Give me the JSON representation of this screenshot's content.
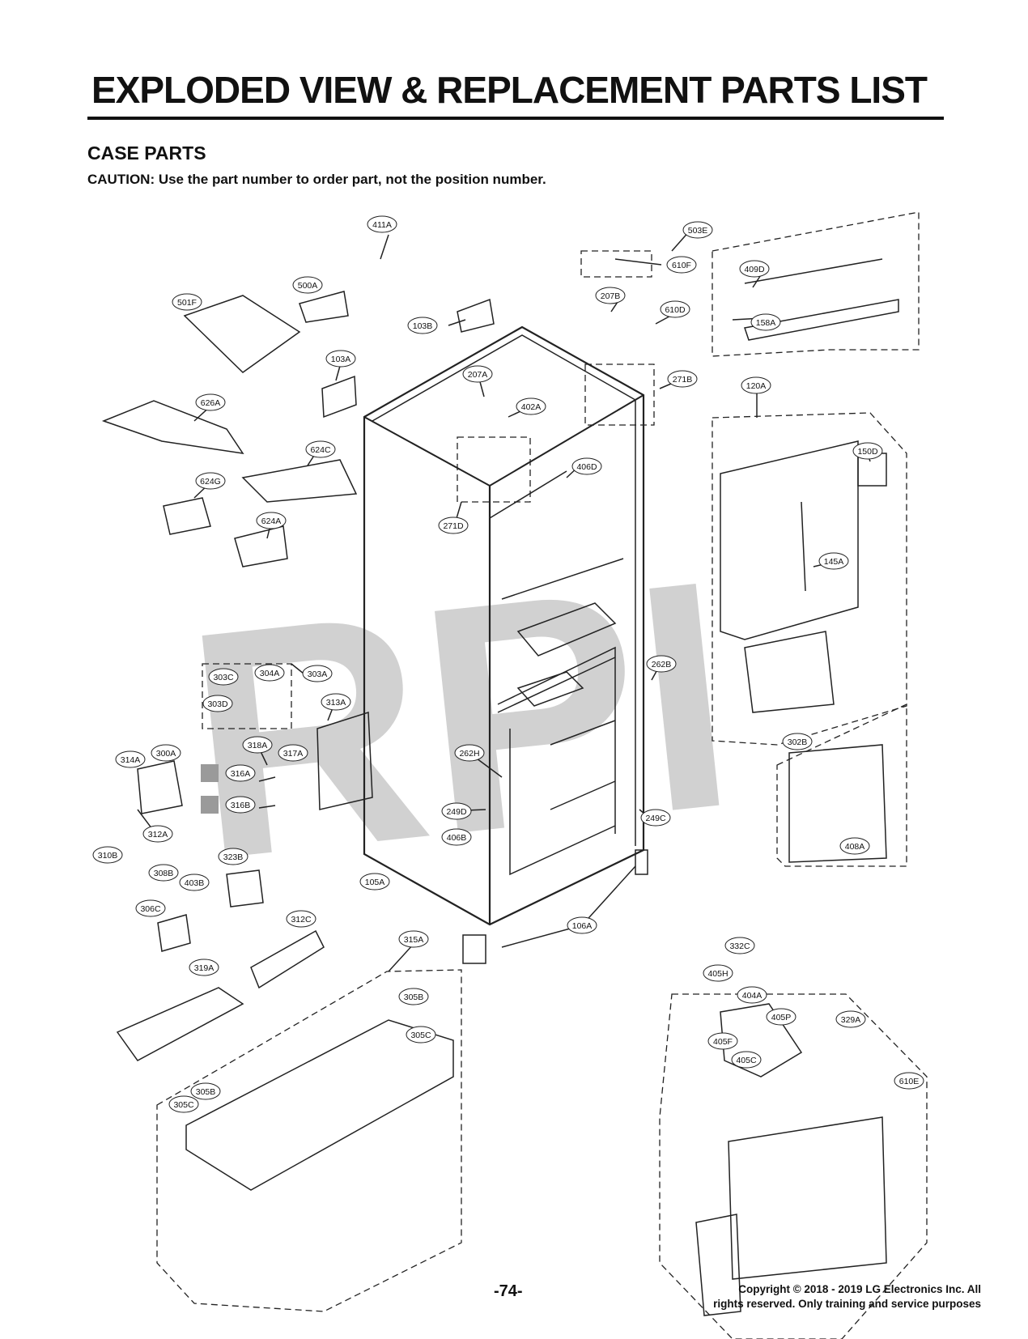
{
  "header": {
    "title": "EXPLODED VIEW & REPLACEMENT PARTS LIST",
    "section": "CASE PARTS",
    "caution": "CAUTION: Use the part number to order part, not the position number."
  },
  "watermark": "RPI",
  "callouts": [
    "411A",
    "503E",
    "610F",
    "409D",
    "500A",
    "501F",
    "207B",
    "610D",
    "103B",
    "158A",
    "103A",
    "207A",
    "271B",
    "402A",
    "120A",
    "626A",
    "624C",
    "150D",
    "406D",
    "624G",
    "271D",
    "624A",
    "145A",
    "303C",
    "304A",
    "303A",
    "303D",
    "313A",
    "262B",
    "318A",
    "300A",
    "314A",
    "317A",
    "316A",
    "316B",
    "262H",
    "302B",
    "312A",
    "249D",
    "249C",
    "310B",
    "406B",
    "323B",
    "308B",
    "403B",
    "105A",
    "408A",
    "306C",
    "312C",
    "106A",
    "315A",
    "319A",
    "332C",
    "405H",
    "404A",
    "305B",
    "405P",
    "329A",
    "305C",
    "405F",
    "405C",
    "610E"
  ],
  "footer": {
    "page_number": "-74-",
    "copyright_line1": "Copyright © 2018 - 2019 LG Electronics Inc. All",
    "copyright_line2": "rights reserved. Only training and service purposes"
  }
}
